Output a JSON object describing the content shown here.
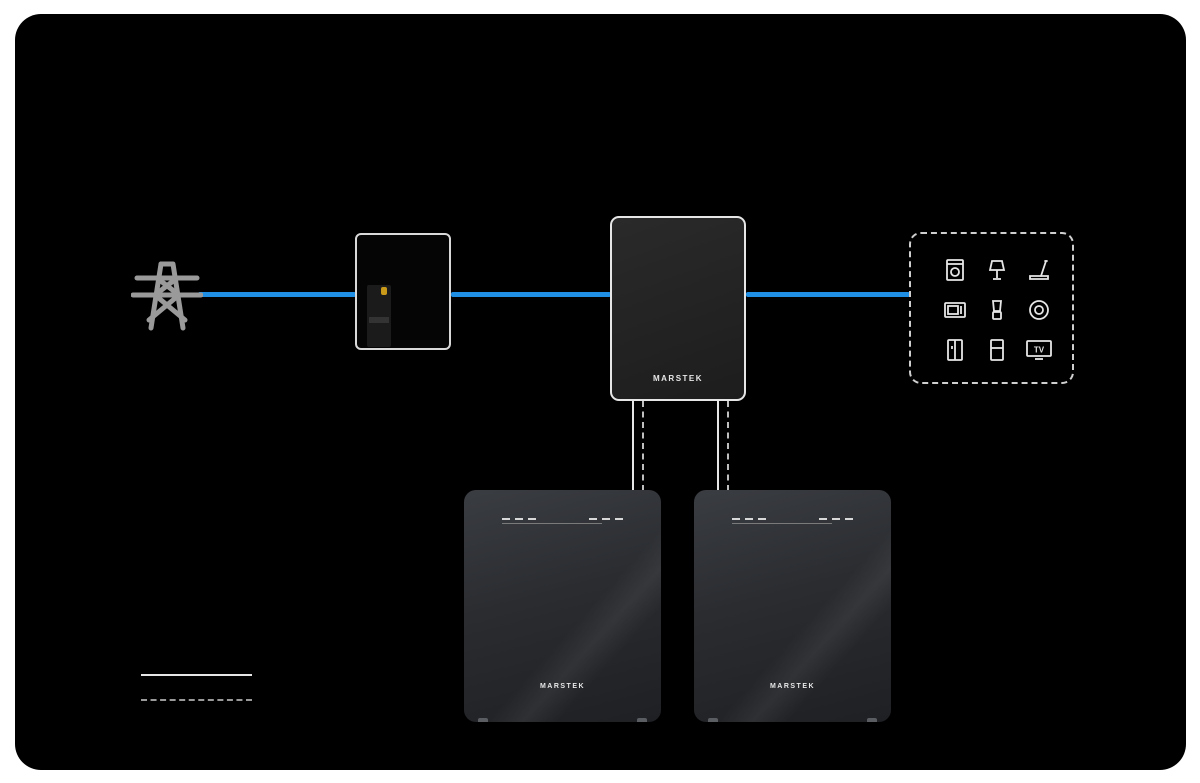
{
  "inverter": {
    "brand": "MARSTEK"
  },
  "batteries": [
    {
      "brand": "MARSTEK"
    },
    {
      "brand": "MARSTEK"
    }
  ],
  "colors": {
    "panel_bg": "#000000",
    "ac_line": "#1f8fe6",
    "device_outline": "#e6e6e6",
    "battery_body": "#2a2c30"
  },
  "icons": {
    "grid": "power-tower-icon",
    "meter": "smart-meter-icon",
    "loads": [
      "washing-machine-icon",
      "lamp-icon",
      "treadmill-icon",
      "microwave-icon",
      "blender-icon",
      "robot-vacuum-icon",
      "fridge-icon",
      "freezer-icon",
      "tv-icon"
    ]
  },
  "loads": {
    "tv_label": "TV"
  }
}
